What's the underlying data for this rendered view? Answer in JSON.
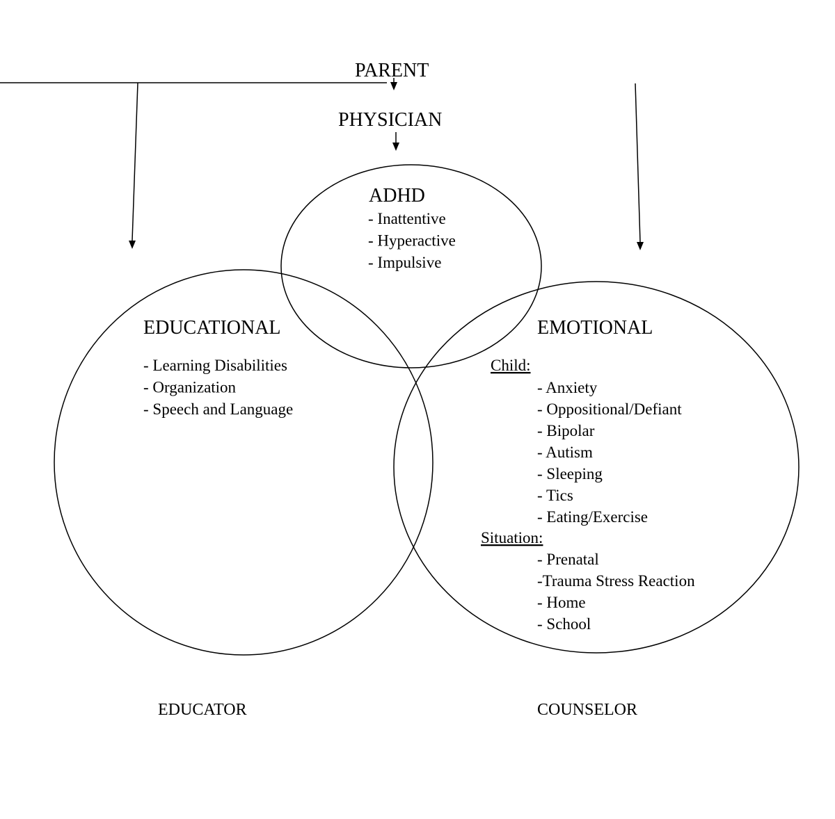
{
  "top": {
    "parent": "PARENT",
    "physician": "PHYSICIAN"
  },
  "adhd": {
    "title": "ADHD",
    "items": [
      "- Inattentive",
      "- Hyperactive",
      "- Impulsive"
    ]
  },
  "educational": {
    "title": "EDUCATIONAL",
    "items": [
      "- Learning Disabilities",
      "- Organization",
      "- Speech and Language"
    ]
  },
  "emotional": {
    "title": "EMOTIONAL",
    "child_label": "Child:",
    "child_items": [
      "- Anxiety",
      "- Oppositional/Defiant",
      "- Bipolar",
      "- Autism",
      "- Sleeping",
      "- Tics",
      "- Eating/Exercise"
    ],
    "situation_label": "Situation:",
    "situation_items": [
      "- Prenatal",
      "-Trauma Stress Reaction",
      "- Home",
      "- School"
    ]
  },
  "roles": {
    "educator": "EDUCATOR",
    "counselor": "COUNSELOR"
  }
}
